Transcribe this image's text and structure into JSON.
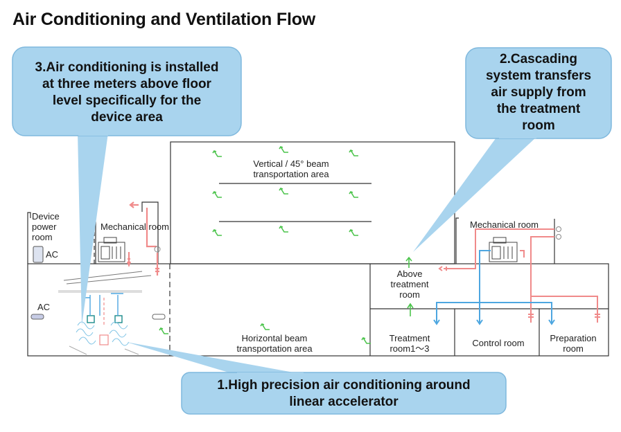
{
  "title": "Air Conditioning and Ventilation Flow",
  "callouts": {
    "c1": "1.High precision air conditioning around\nlinear accelerator",
    "c2": "2.Cascading\nsystem transfers\nair supply from\nthe treatment\nroom",
    "c3": "3.Air conditioning is installed\nat three meters above floor\nlevel specifically for the\ndevice area"
  },
  "rooms": {
    "device_power": "Device\npower\nroom",
    "ac_top": "AC",
    "ac_left": "AC",
    "mech_left": "Mechanical room",
    "vertical_beam": "Vertical / 45°  beam\ntransportation area",
    "horizontal_beam": "Horizontal beam\ntransportation area",
    "above_treatment": "Above\ntreatment\nroom",
    "treatment": "Treatment\nroom1～3",
    "mech_right": "Mechanical room",
    "control": "Control room",
    "preparation": "Preparation\nroom"
  },
  "colors": {
    "callout_fill": "#a9d4ee",
    "callout_border": "#7fb8dd",
    "supply_air": "#f08a8a",
    "return_air": "#4da6e0",
    "airflow_arrow": "#4cc44c",
    "wall": "#333333"
  },
  "icons": [
    "airflow-arrow-icon",
    "air-handler-unit-icon",
    "fan-icon",
    "ac-unit-icon",
    "linear-accelerator-icon"
  ]
}
